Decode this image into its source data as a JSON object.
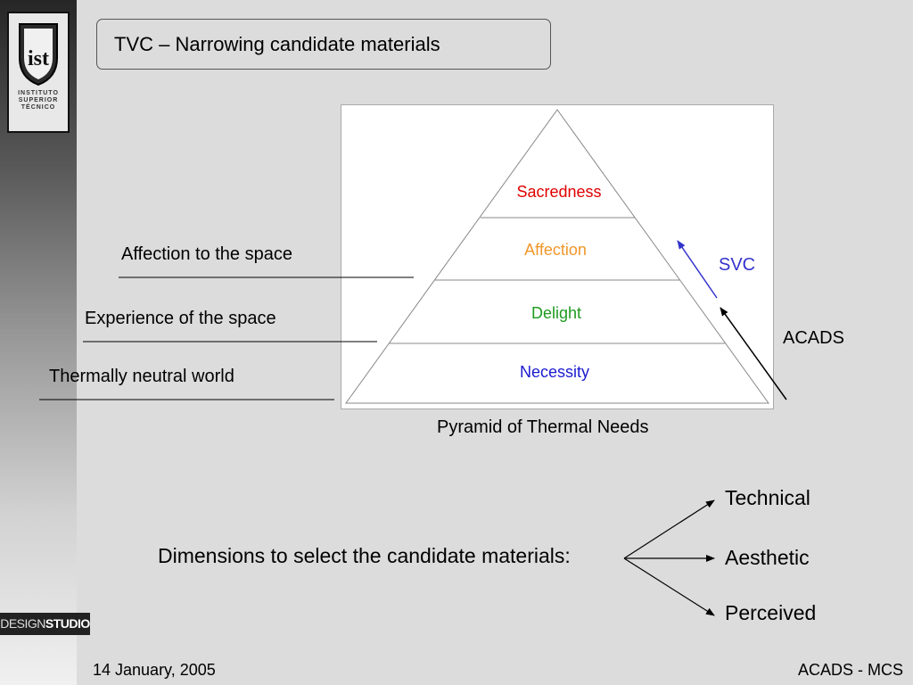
{
  "logo": {
    "letters": "ist",
    "lines": [
      "INSTITUTO",
      "SUPERIOR",
      "TÉCNICO"
    ]
  },
  "badge": {
    "part1": "DESIGN",
    "part2": "STUDIO"
  },
  "title": "TVC – Narrowing candidate materials",
  "pyramid": {
    "levels": [
      {
        "label": "Sacredness",
        "color": "#e00000"
      },
      {
        "label": "Affection",
        "color": "#f0962a"
      },
      {
        "label": "Delight",
        "color": "#1e9a1e"
      },
      {
        "label": "Necessity",
        "color": "#1a1ad0"
      }
    ],
    "caption": "Pyramid of Thermal Needs",
    "svc_label": "SVC",
    "svc_color": "#3333cc",
    "acads_label": "ACADS"
  },
  "side_labels": [
    "Affection to the space",
    "Experience of the space",
    "Thermally neutral world"
  ],
  "dimensions": {
    "label": "Dimensions to select the candidate materials:",
    "items": [
      "Technical",
      "Aesthetic",
      "Perceived"
    ]
  },
  "footer": {
    "date": "14 January, 2005",
    "right": "ACADS - MCS"
  }
}
